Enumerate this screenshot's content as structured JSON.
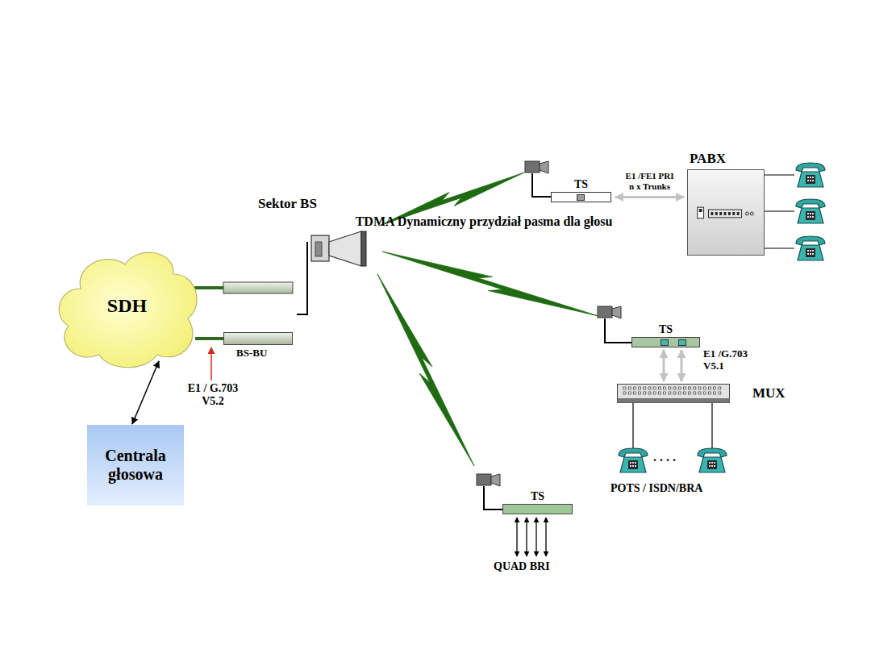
{
  "diagram": {
    "nodes": [
      {
        "text": [
          "SDH"
        ]
      },
      {
        "text": [
          "BS-BU"
        ]
      },
      {
        "text": [
          "Centrala głosowa"
        ]
      },
      {
        "text": [
          "TS"
        ]
      },
      {
        "text": [
          "PABX"
        ]
      },
      {
        "text": [
          "TS"
        ]
      },
      {
        "text": [
          "MUX"
        ]
      },
      {
        "text": [
          "TS"
        ]
      }
    ],
    "edges": [
      {
        "from": 0,
        "to": 2,
        "arrow": "both"
      },
      {
        "from": 0,
        "to": 1,
        "arrow": "none"
      },
      {
        "from": 3,
        "to": 4,
        "label": "E1 /FE1 PRI n x Trunks",
        "arrow": "both"
      },
      {
        "from": 5,
        "to": 6,
        "label": "E1 /G.703 V5.1",
        "arrow": "both"
      },
      {
        "from": 5,
        "to": 6,
        "arrow": "both"
      }
    ],
    "labels": [
      "Sektor BS",
      "TDMA Dynamiczny przydział pasma dla głosu",
      "E1 / G.703 V5.2",
      "POTS / ISDN/BRA",
      ". . . .",
      "QUAD BRI"
    ]
  }
}
